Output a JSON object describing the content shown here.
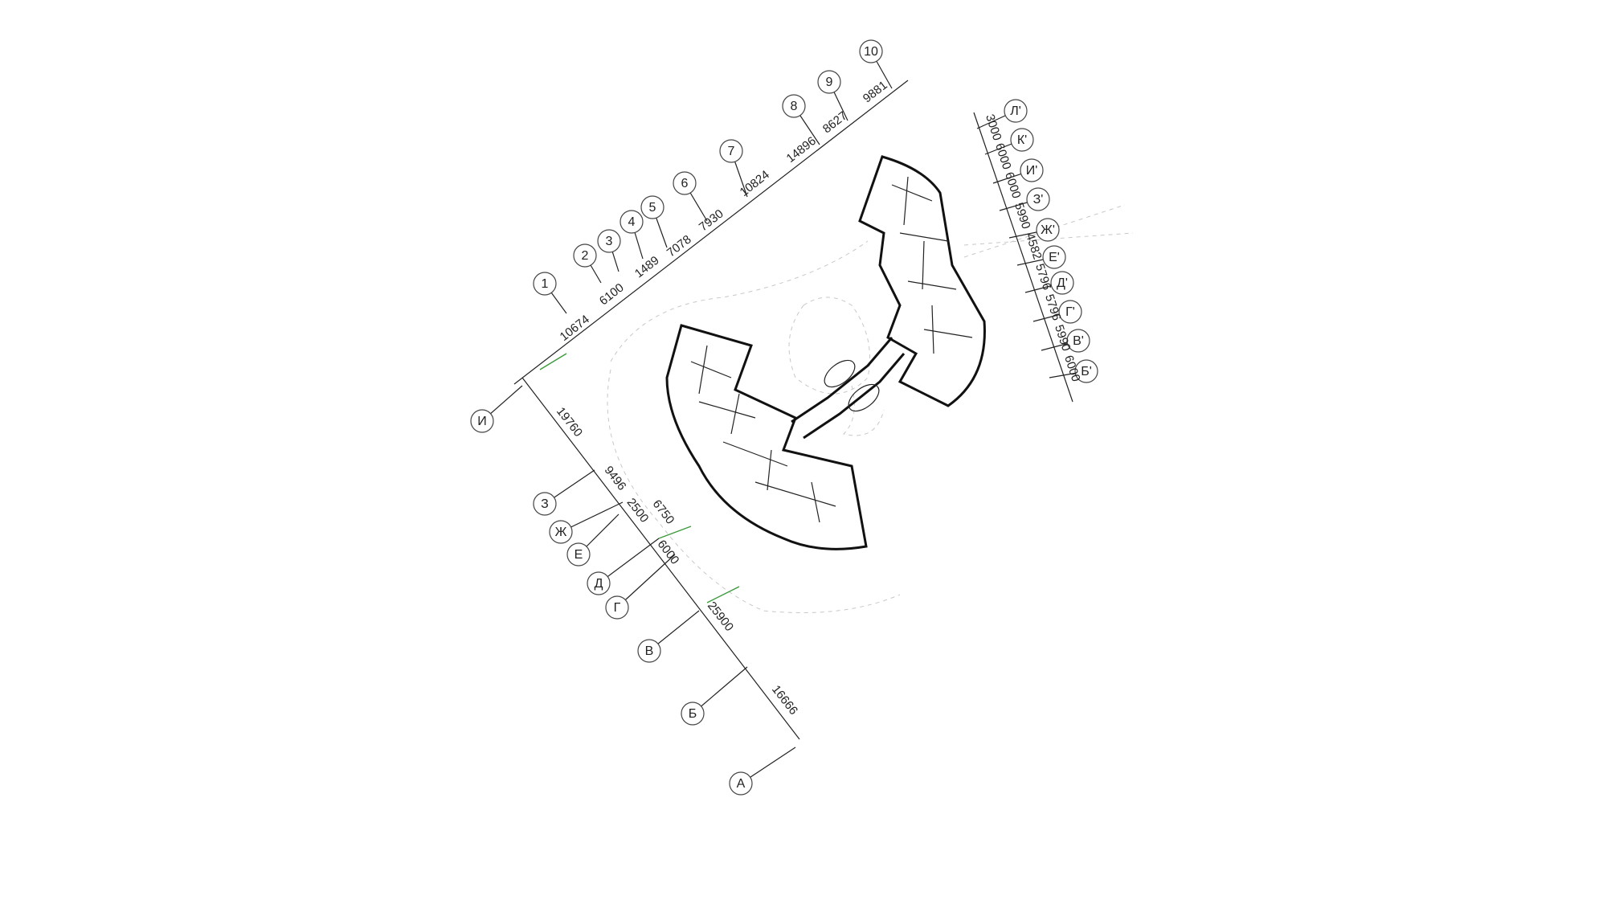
{
  "drawing": {
    "grid_axes_left": [
      "1",
      "2",
      "3",
      "4",
      "5",
      "6",
      "7",
      "8",
      "9",
      "10"
    ],
    "dims_top": [
      "10674",
      "6100",
      "1489",
      "7078",
      "7930",
      "10824",
      "14896",
      "8627",
      "9881"
    ],
    "grid_axes_bottom": [
      "И",
      "З",
      "Ж",
      "Е",
      "Д",
      "Г",
      "В",
      "Б",
      "А"
    ],
    "dims_left": [
      "19760",
      "9496",
      "2500",
      "6750",
      "6000",
      "25900",
      "16666"
    ],
    "grid_axes_right": [
      "Л'",
      "К'",
      "И'",
      "З'",
      "Ж'",
      "Е'",
      "Д'",
      "Г'",
      "В'",
      "Б'"
    ],
    "dims_right": [
      "3000",
      "6000",
      "6000",
      "5990",
      "4582",
      "5796",
      "5796",
      "5990",
      "6000"
    ]
  }
}
